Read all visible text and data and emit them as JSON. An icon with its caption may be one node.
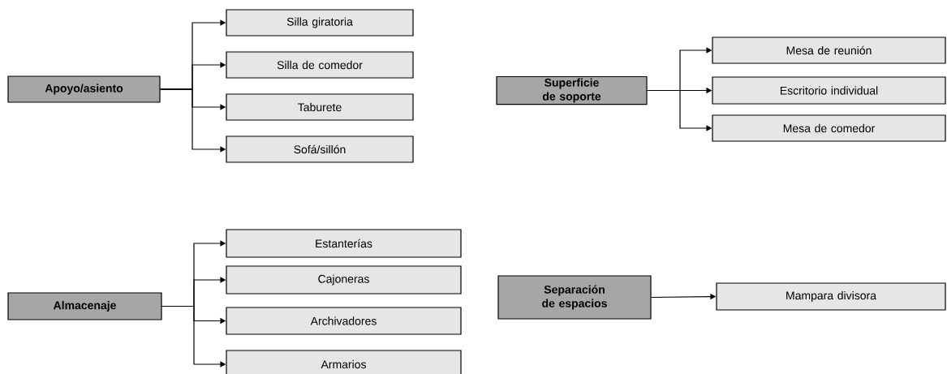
{
  "diagram": {
    "nodes": [
      {
        "text": [
          "Apoyo/asiento"
        ]
      },
      {
        "text": [
          "Silla giratoria"
        ]
      },
      {
        "text": [
          "Silla de comedor"
        ]
      },
      {
        "text": [
          "Taburete"
        ]
      },
      {
        "text": [
          "Sofá/sillón"
        ]
      },
      {
        "text": [
          "Superficie de soporte"
        ]
      },
      {
        "text": [
          "Mesa de reunión"
        ]
      },
      {
        "text": [
          "Escritorio individual"
        ]
      },
      {
        "text": [
          "Mesa de comedor"
        ]
      },
      {
        "text": [
          "Almacenaje"
        ]
      },
      {
        "text": [
          "Estanterías"
        ]
      },
      {
        "text": [
          "Cajoneras"
        ]
      },
      {
        "text": [
          "Archivadores"
        ]
      },
      {
        "text": [
          "Armarios"
        ]
      },
      {
        "text": [
          "Separación de espacios"
        ]
      },
      {
        "text": [
          "Mampara divisora"
        ]
      }
    ],
    "edges": [
      {
        "from": 0,
        "to": 1,
        "arrow": "to"
      },
      {
        "from": 0,
        "to": 2,
        "arrow": "to"
      },
      {
        "from": 0,
        "to": 3,
        "arrow": "to"
      },
      {
        "from": 0,
        "to": 4,
        "arrow": "to"
      },
      {
        "from": 5,
        "to": 6,
        "arrow": "to"
      },
      {
        "from": 5,
        "to": 7,
        "arrow": "to"
      },
      {
        "from": 5,
        "to": 8,
        "arrow": "to"
      },
      {
        "from": 9,
        "to": 10,
        "arrow": "to"
      },
      {
        "from": 9,
        "to": 11,
        "arrow": "to"
      },
      {
        "from": 9,
        "to": 12,
        "arrow": "to"
      },
      {
        "from": 9,
        "to": 13,
        "arrow": "to"
      },
      {
        "from": 14,
        "to": 15,
        "arrow": "to"
      }
    ]
  }
}
